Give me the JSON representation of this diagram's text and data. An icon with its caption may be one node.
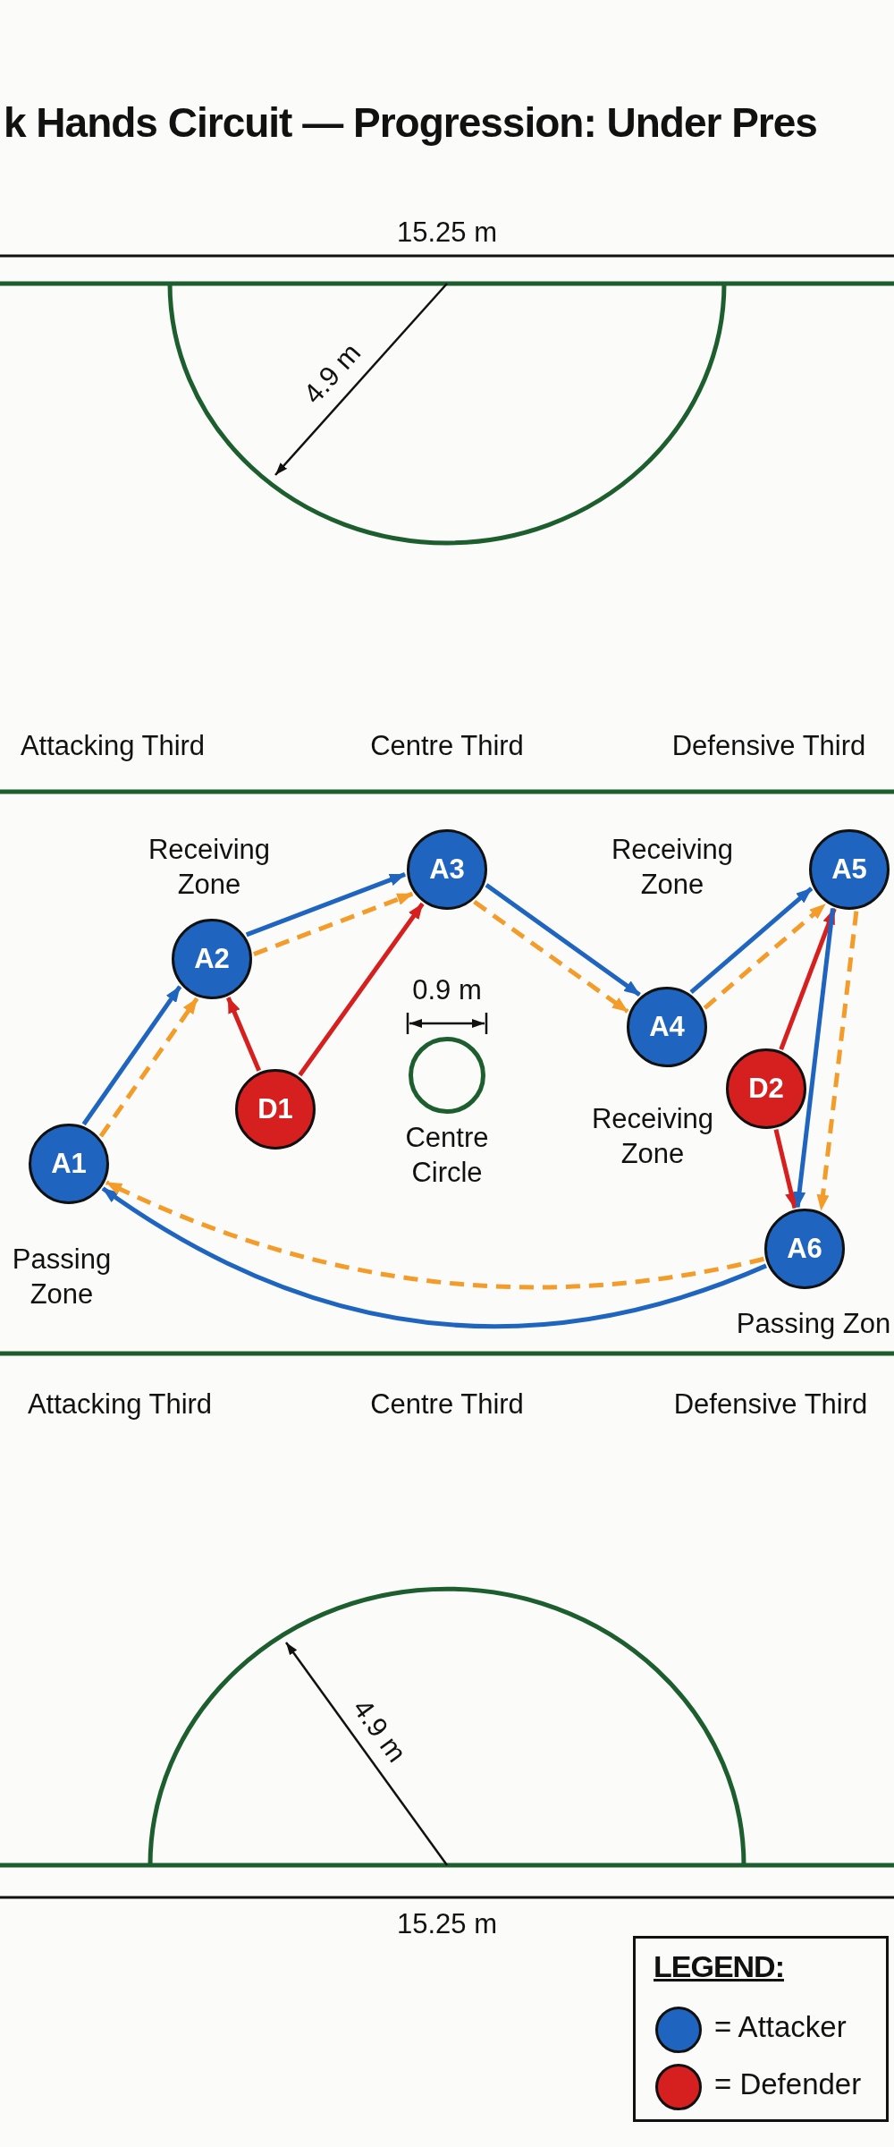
{
  "diagram": {
    "title": "k Hands Circuit — Progression: Under Pres",
    "nodes": [
      {
        "text": [
          "A1"
        ]
      },
      {
        "text": [
          "A2"
        ]
      },
      {
        "text": [
          "A3"
        ]
      },
      {
        "text": [
          "A4"
        ]
      },
      {
        "text": [
          "A5"
        ]
      },
      {
        "text": [
          "A6"
        ]
      },
      {
        "text": [
          "D1"
        ]
      },
      {
        "text": [
          "D2"
        ]
      },
      {
        "text": [
          "Centre Circle"
        ]
      }
    ],
    "edges": [
      {
        "from": 0,
        "to": 1,
        "arrow": "to"
      },
      {
        "from": 0,
        "to": 1,
        "arrow": "to",
        "style": "dashed",
        "color": "#f39c2a"
      },
      {
        "from": 1,
        "to": 2,
        "arrow": "to"
      },
      {
        "from": 1,
        "to": 2,
        "arrow": "to",
        "style": "dashed",
        "color": "#f39c2a"
      },
      {
        "from": 6,
        "to": 1,
        "arrow": "to",
        "color": "#d62020"
      },
      {
        "from": 6,
        "to": 2,
        "arrow": "to",
        "color": "#d62020"
      },
      {
        "from": 2,
        "to": 3,
        "arrow": "to"
      },
      {
        "from": 2,
        "to": 3,
        "arrow": "to",
        "style": "dashed",
        "color": "#f39c2a"
      },
      {
        "from": 3,
        "to": 4,
        "arrow": "to"
      },
      {
        "from": 3,
        "to": 4,
        "arrow": "to",
        "style": "dashed",
        "color": "#f39c2a"
      },
      {
        "from": 7,
        "to": 4,
        "arrow": "to",
        "color": "#d62020"
      },
      {
        "from": 7,
        "to": 5,
        "arrow": "to",
        "color": "#d62020"
      },
      {
        "from": 4,
        "to": 5,
        "arrow": "to"
      },
      {
        "from": 4,
        "to": 5,
        "arrow": "to",
        "style": "dashed",
        "color": "#f39c2a"
      },
      {
        "from": 5,
        "to": 0,
        "arrow": "to"
      },
      {
        "from": 5,
        "to": 0,
        "arrow": "to",
        "style": "dashed",
        "color": "#f39c2a"
      }
    ],
    "labels": [
      "15.25 m",
      "4.9 m",
      "Attacking Third",
      "Centre Third",
      "Defensive Third",
      "Receiving Zone",
      "Receiving Zone",
      "0.9 m",
      "Receiving Zone",
      "Passing Zone",
      "Passing Zon",
      "Attacking Third",
      "Centre Third",
      "Defensive Third",
      "4.9 m",
      "15.25 m",
      "LEGEND:"
    ],
    "legend": [
      {
        "text": "= Attacker",
        "color": "#1f65c0"
      },
      {
        "text": "= Defender",
        "color": "#d62020"
      }
    ]
  }
}
